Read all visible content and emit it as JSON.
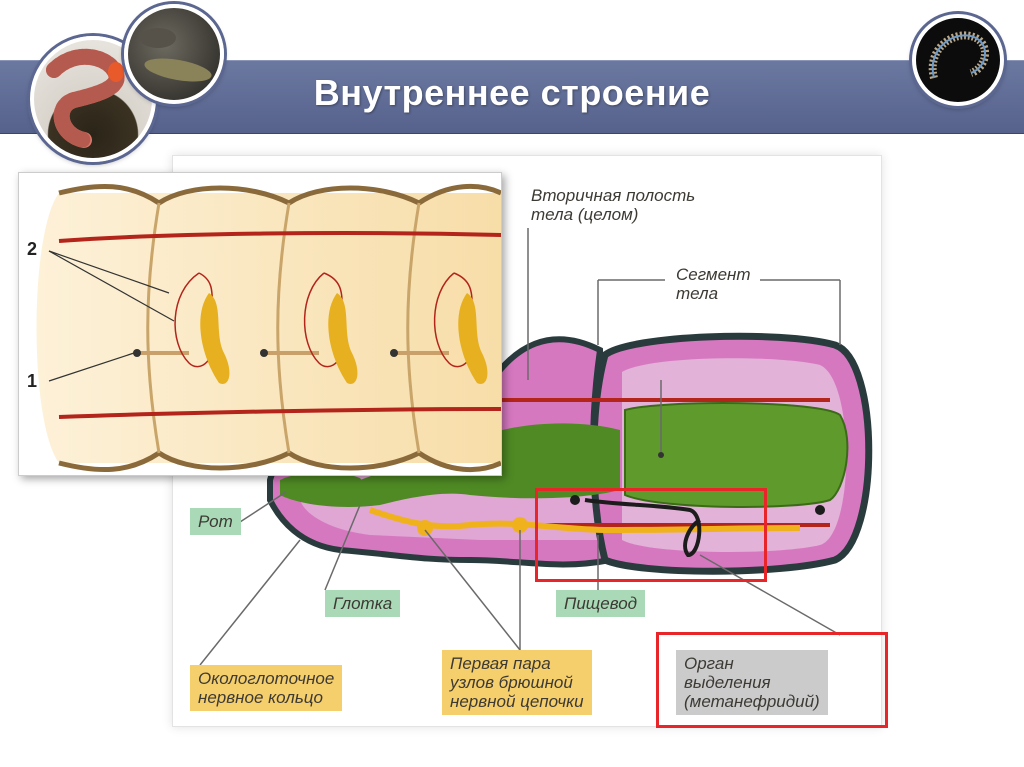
{
  "slide": {
    "title": "Внутреннее строение"
  },
  "diagram": {
    "labels": {
      "coelom": [
        "Вторичная полость",
        "тела (целом)"
      ],
      "segment": [
        "Сегмент",
        "тела"
      ],
      "mouth": "Рот",
      "pharynx": "Глотка",
      "esophagus": "Пищевод",
      "nerve_ring": [
        "Окологлоточное",
        "нервное кольцо"
      ],
      "ganglia": [
        "Первая пара",
        "узлов брюшной",
        "нервной цепочки"
      ],
      "excretory": [
        "Орган",
        "выделения",
        "(метанефридий)"
      ]
    },
    "colors": {
      "body_wall": "#d678c0",
      "intestine": "#5e9a2c",
      "vessel": "#b3241b",
      "nerve": "#f0b21c",
      "highlight": "#e8262a"
    }
  },
  "inset": {
    "numbers": [
      "2",
      "1"
    ]
  }
}
